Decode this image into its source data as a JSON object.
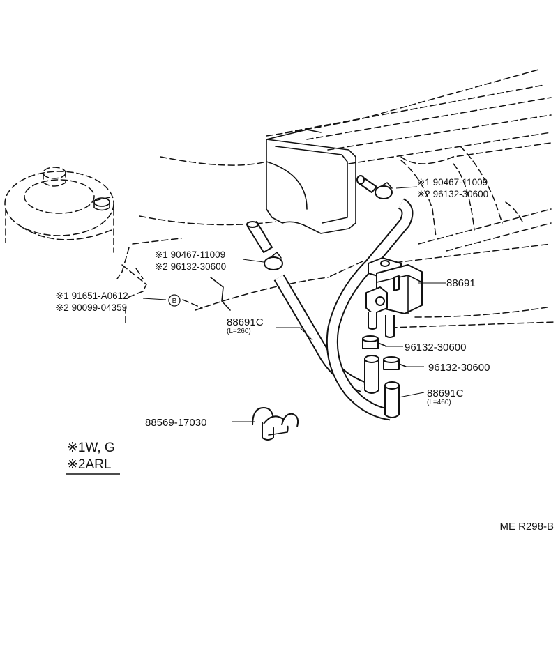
{
  "diagram_id": "ME R298-B",
  "callouts": {
    "clamp_upper_1": "※1 90467-11009",
    "clamp_upper_2": "※2 96132-30600",
    "clamp_left_1": "※1 90467-11009",
    "clamp_left_2": "※2 96132-30600",
    "bolt_1": "※1 91651-A0612",
    "bolt_2": "※2 90099-04359",
    "ref_circle": "B",
    "hose_short": "88691C",
    "hose_short_len": "(L=260)",
    "vsv": "88691",
    "clamp_a": "96132-30600",
    "clamp_b": "96132-30600",
    "hose_long": "88691C",
    "hose_long_len": "(L=460)",
    "hose_clip": "88569-17030"
  },
  "legend": {
    "line1": "※1W, G",
    "line2": "※2ARL"
  }
}
